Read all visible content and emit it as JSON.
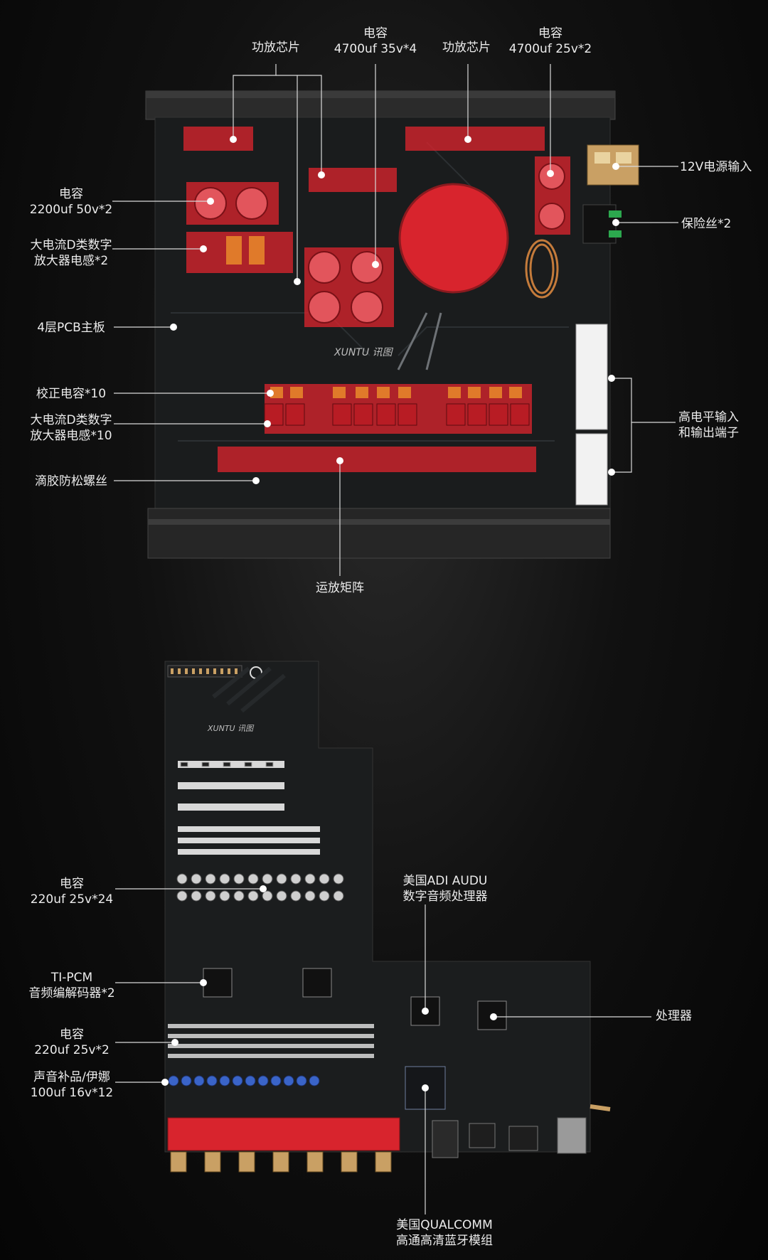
{
  "brand": "XUNTU",
  "brand_cn": "讯图",
  "colors": {
    "background": "#0a0a0a",
    "highlight": "#d8242d",
    "label_text": "#ececec",
    "pcb": "#1a1c1d",
    "rca_red": "#d8242d",
    "rca_gold": "#c9a064"
  },
  "board1": {
    "top_labels": [
      {
        "lines": [
          "功放芯片"
        ]
      },
      {
        "lines": [
          "电容",
          "4700uf 35v*4"
        ]
      },
      {
        "lines": [
          "功放芯片"
        ]
      },
      {
        "lines": [
          "电容",
          "4700uf 25v*2"
        ]
      }
    ],
    "left_labels": [
      {
        "lines": [
          "电容",
          "2200uf 50v*2"
        ]
      },
      {
        "lines": [
          "大电流D类数字",
          "放大器电感*2"
        ]
      },
      {
        "lines": [
          "4层PCB主板"
        ]
      },
      {
        "lines": [
          "校正电容*10"
        ]
      },
      {
        "lines": [
          "大电流D类数字",
          "放大器电感*10"
        ]
      },
      {
        "lines": [
          "滴胶防松螺丝"
        ]
      }
    ],
    "right_labels": [
      {
        "lines": [
          "12V电源输入"
        ]
      },
      {
        "lines": [
          "保险丝*2"
        ]
      },
      {
        "lines": [
          "高电平输入",
          "和输出端子"
        ]
      }
    ],
    "bottom_label": {
      "lines": [
        "运放矩阵"
      ]
    }
  },
  "board2": {
    "left_labels": [
      {
        "lines": [
          "电容",
          "220uf 25v*24"
        ]
      },
      {
        "lines": [
          "TI-PCM",
          "音频编解码器*2"
        ]
      },
      {
        "lines": [
          "电容",
          "220uf 25v*2"
        ]
      },
      {
        "lines": [
          "声音补品/伊娜",
          "100uf 16v*12"
        ]
      }
    ],
    "right_labels": [
      {
        "lines": [
          "美国ADI AUDU",
          "数字音频处理器"
        ]
      },
      {
        "lines": [
          "处理器"
        ]
      }
    ],
    "bottom_label": {
      "lines": [
        "美国QUALCOMM",
        "高通高清蓝牙模组"
      ]
    }
  }
}
